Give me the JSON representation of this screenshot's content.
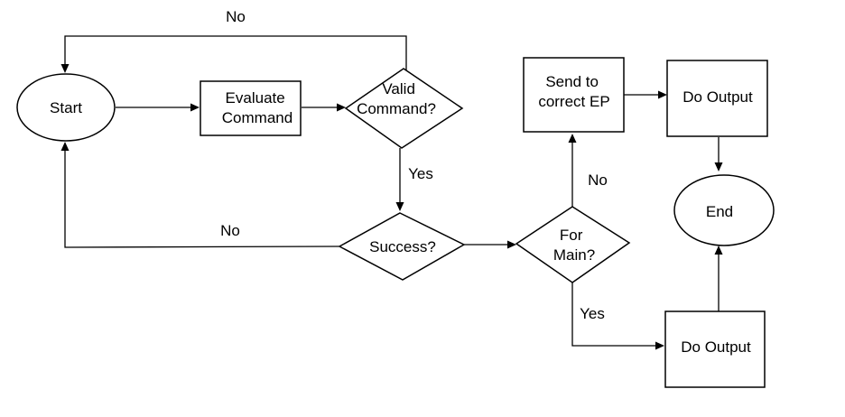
{
  "diagram": {
    "nodes": {
      "start": "Start",
      "evaluate_command": [
        "Evaluate",
        "Command"
      ],
      "valid_command": [
        "Valid",
        "Command?"
      ],
      "success": "Success?",
      "for_main": [
        "For",
        "Main?"
      ],
      "send_to_correct_ep": [
        "Send to",
        "correct EP"
      ],
      "do_output_top": "Do Output",
      "do_output_bottom": "Do Output",
      "end": "End"
    },
    "edges": {
      "valid_no": "No",
      "valid_yes": "Yes",
      "success_no": "No",
      "for_main_no": "No",
      "for_main_yes": "Yes"
    }
  }
}
